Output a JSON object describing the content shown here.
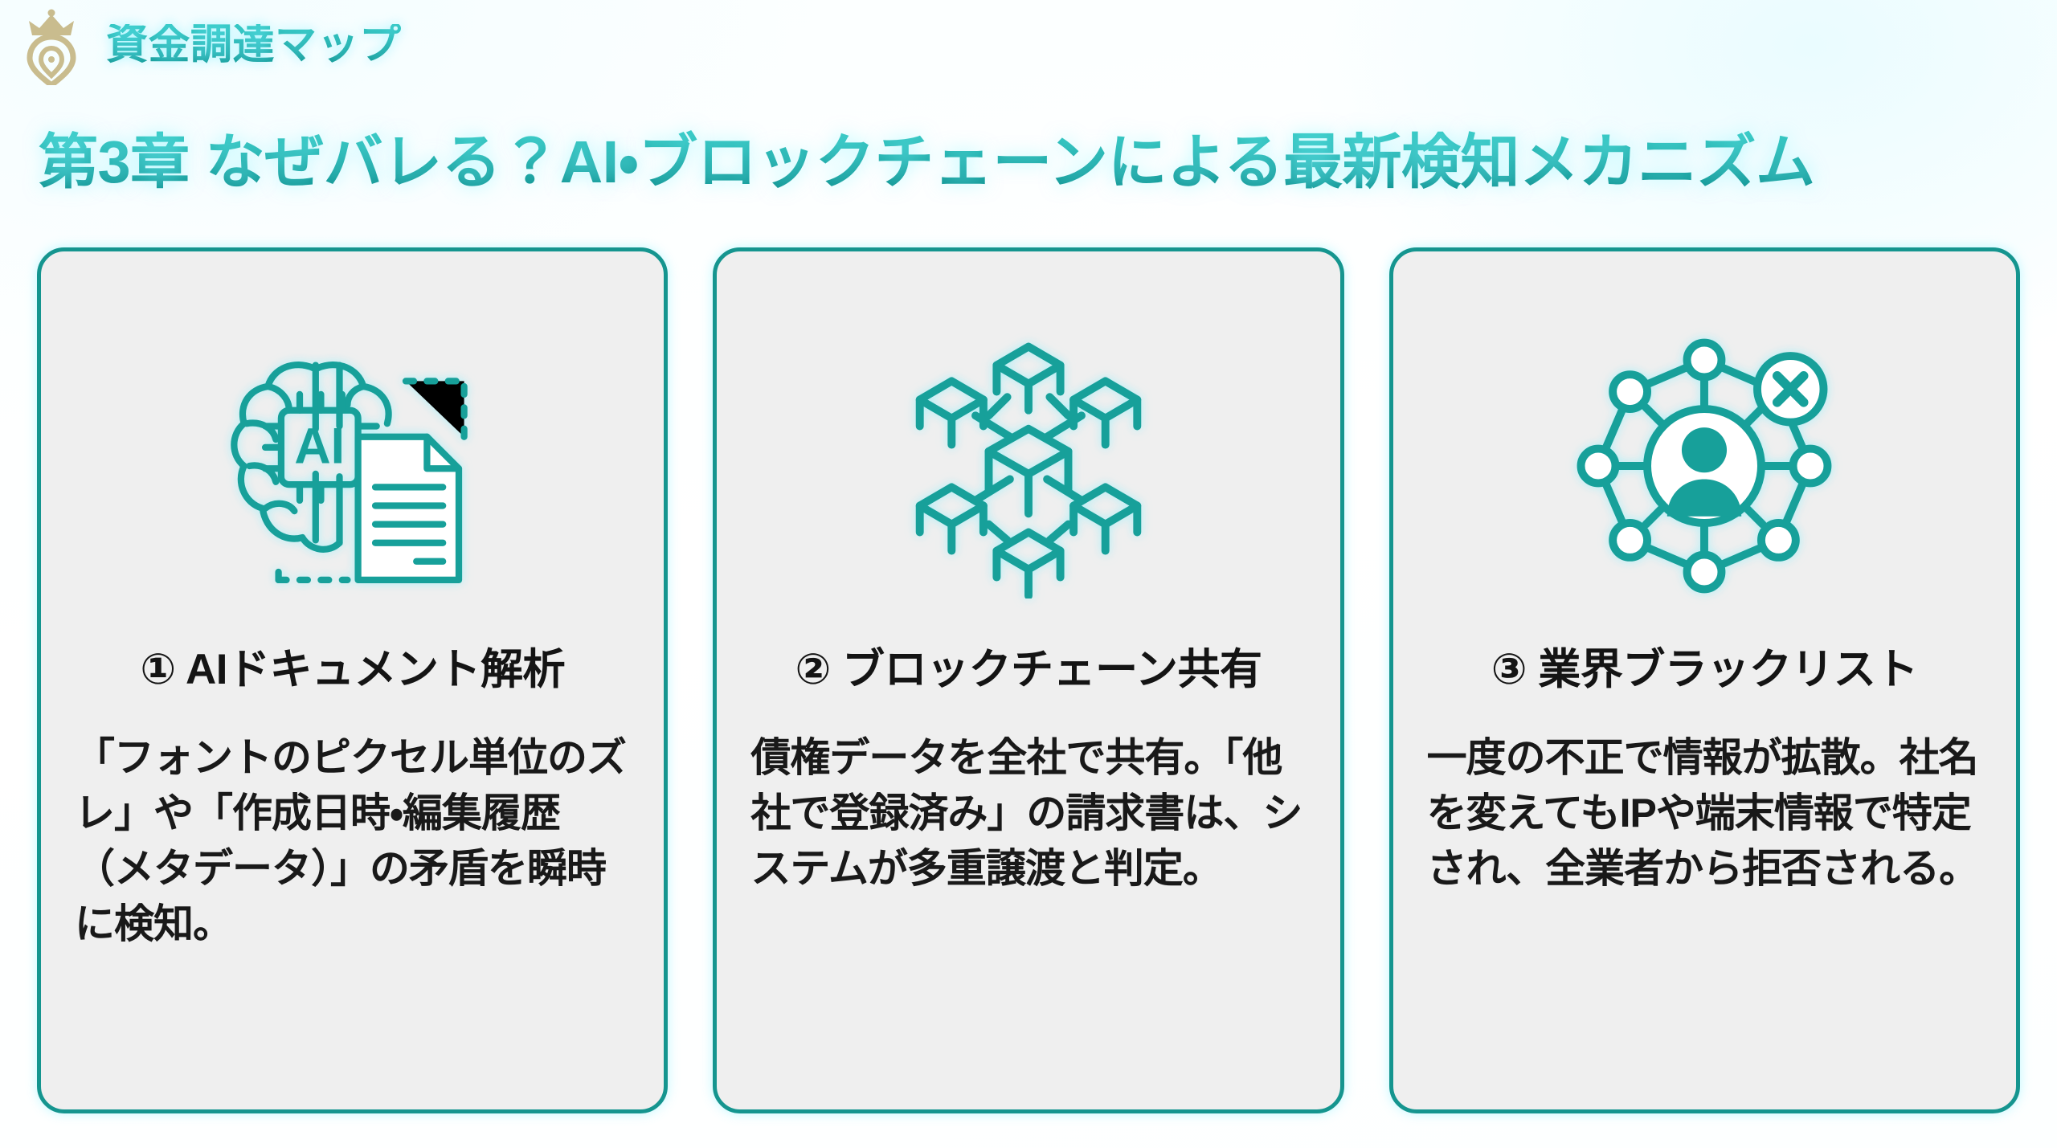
{
  "brand": {
    "logo_icon": "crown-location-pin-logo",
    "name": "資金調達マップ"
  },
  "headline": {
    "text": "第3章 なぜバレる？AI・ブロックチェーンによる最新検知メカニズム"
  },
  "cards": [
    {
      "icon": "ai-brain-document-icon",
      "title": "① AIドキュメント解析",
      "body": "「フォントのピクセル単位のズレ」や「作成日時・編集履歴（メタデータ）」の矛盾を瞬時に検知。"
    },
    {
      "icon": "blockchain-cubes-icon",
      "title": "② ブロックチェーン共有",
      "body": "債権データを全社で共有。「他社で登録済み」の請求書は、システムが多重譲渡と判定。"
    },
    {
      "icon": "blacklist-network-user-icon",
      "title": "③ 業界ブラックリスト",
      "body": "一度の不正で情報が拡散。社名を変えてもIPや端末情報で特定され、全業者から拒否される。"
    }
  ],
  "colors": {
    "accent_teal": "#15958f",
    "brand_teal": "#13a3a0",
    "logo_gold": "#c9bc8e",
    "card_fill": "#efefef",
    "text_dark": "#141414"
  }
}
